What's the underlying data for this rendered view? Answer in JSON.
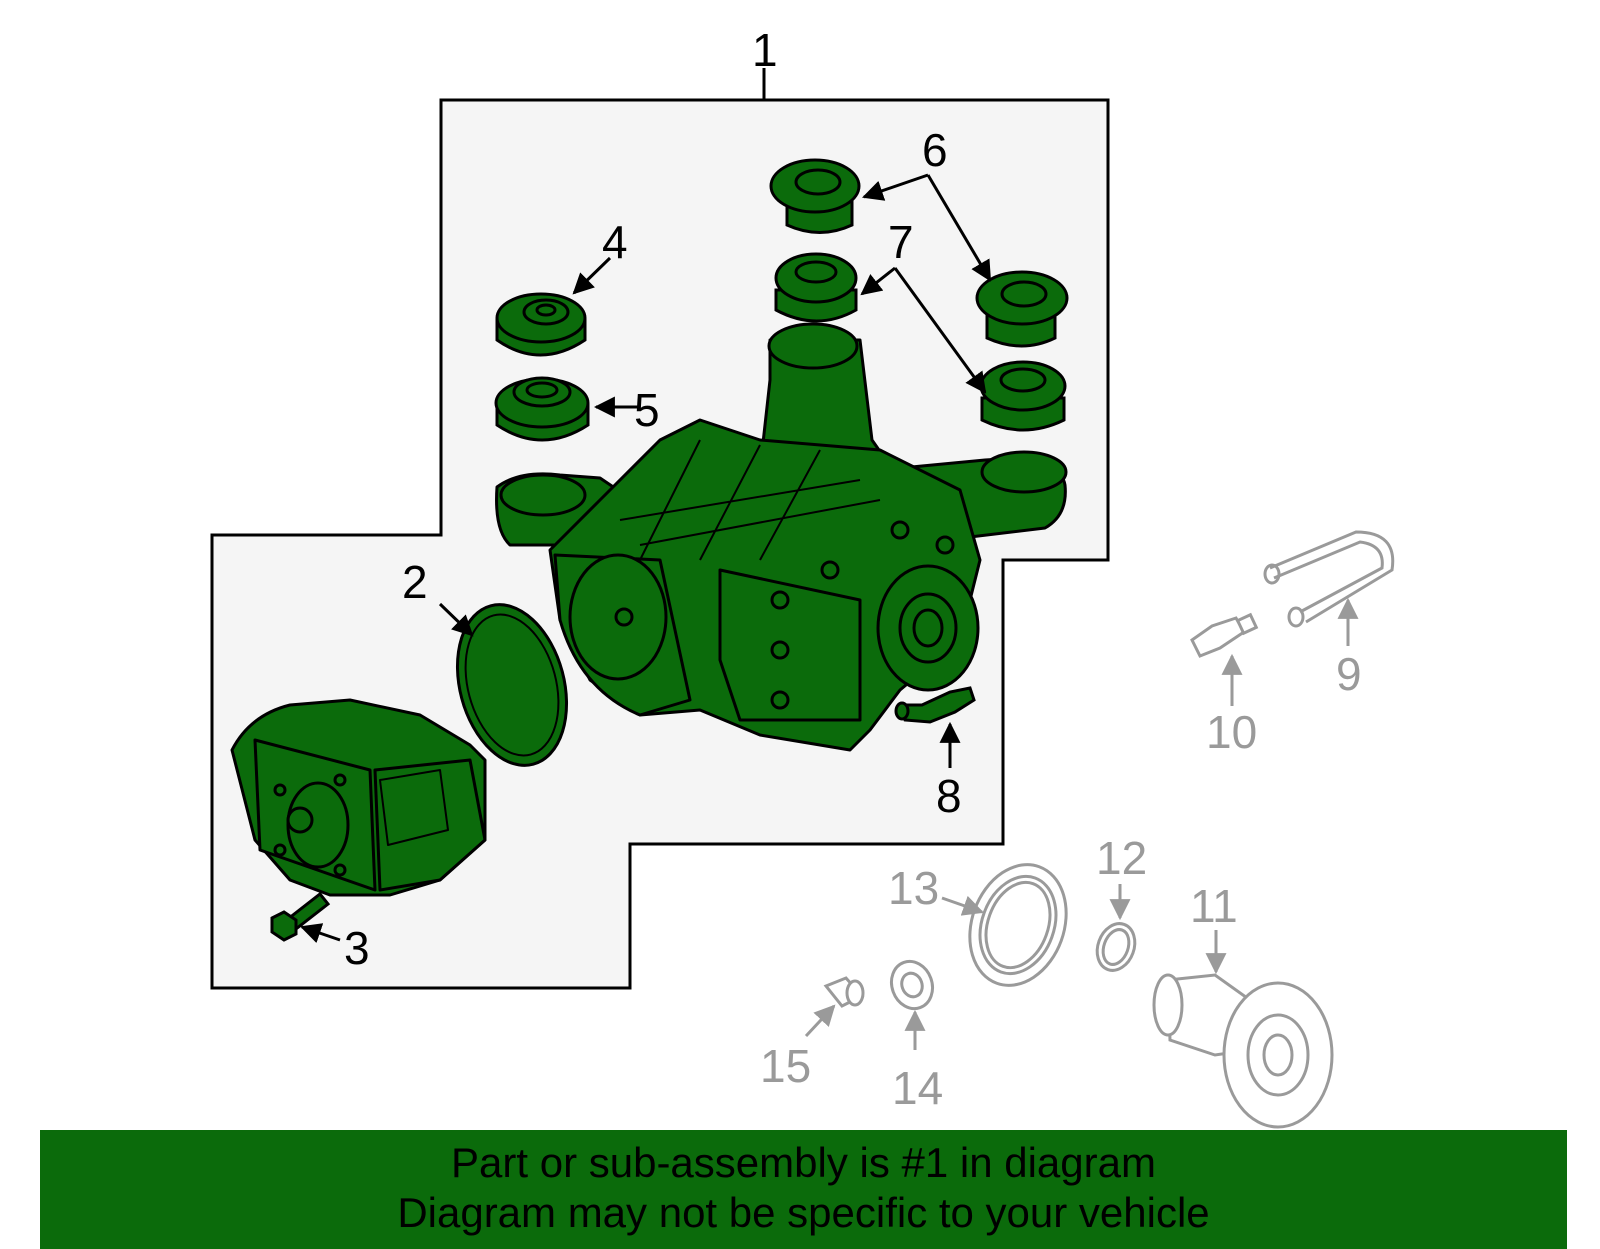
{
  "diagram": {
    "callouts": {
      "c1": "1",
      "c2": "2",
      "c3": "3",
      "c4": "4",
      "c5": "5",
      "c6": "6",
      "c7": "7",
      "c8": "8",
      "c9": "9",
      "c10": "10",
      "c11": "11",
      "c12": "12",
      "c13": "13",
      "c14": "14",
      "c15": "15"
    },
    "colors": {
      "highlight_fill": "#0b6b0b",
      "assembly_box_fill": "#f5f5f5",
      "outline": "#000000",
      "non_assembly_outline": "#9a9a9a"
    }
  },
  "banner": {
    "line1": "Part or sub-assembly is #1 in diagram",
    "line2": "Diagram may not be specific to your vehicle"
  }
}
